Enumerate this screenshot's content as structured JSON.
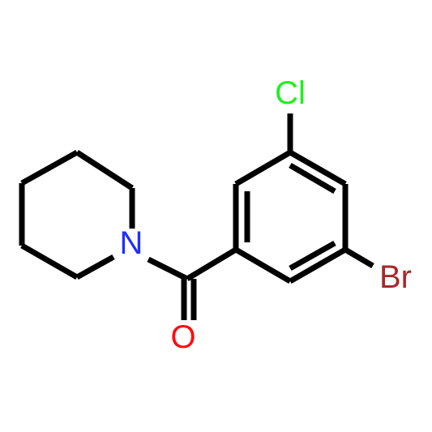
{
  "molecule": {
    "atoms": {
      "N": {
        "label": "N",
        "color": "#1f2fff"
      },
      "O": {
        "label": "O",
        "color": "#ff0d0d"
      },
      "Cl": {
        "label": "Cl",
        "color": "#1ff01f"
      },
      "Br": {
        "label": "Br",
        "color": "#a62929"
      }
    },
    "bond_color": "#000000",
    "background": "#ffffff"
  }
}
